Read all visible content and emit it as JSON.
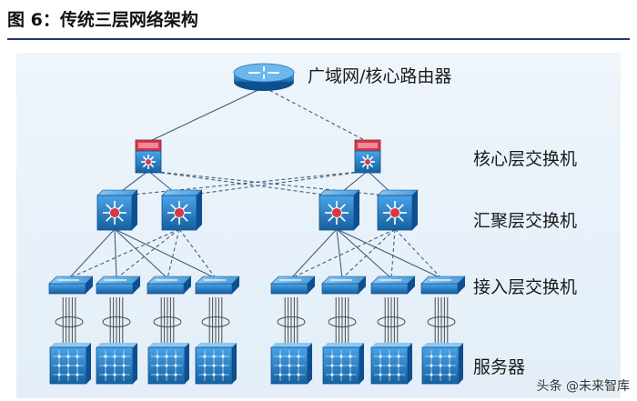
{
  "figure": {
    "title": "图 6：传统三层网络架构"
  },
  "layers": {
    "router": "广域网/核心路由器",
    "core": "核心层交换机",
    "aggregation": "汇聚层交换机",
    "access": "接入层交换机",
    "server": "服务器"
  },
  "watermark": {
    "text": "头条 @未来智库"
  },
  "colors": {
    "device_blue": "#1f78c8",
    "device_dark": "#0d4f8f",
    "router_red": "#d6384a",
    "link_line": "#3f5f7a",
    "title_rule": "#1f3a72"
  },
  "icons": {
    "router": "router-icon",
    "core_switch": "core-switch-icon",
    "aggregation_switch": "multilayer-switch-icon",
    "access_switch": "workgroup-switch-icon",
    "server": "server-icon"
  }
}
